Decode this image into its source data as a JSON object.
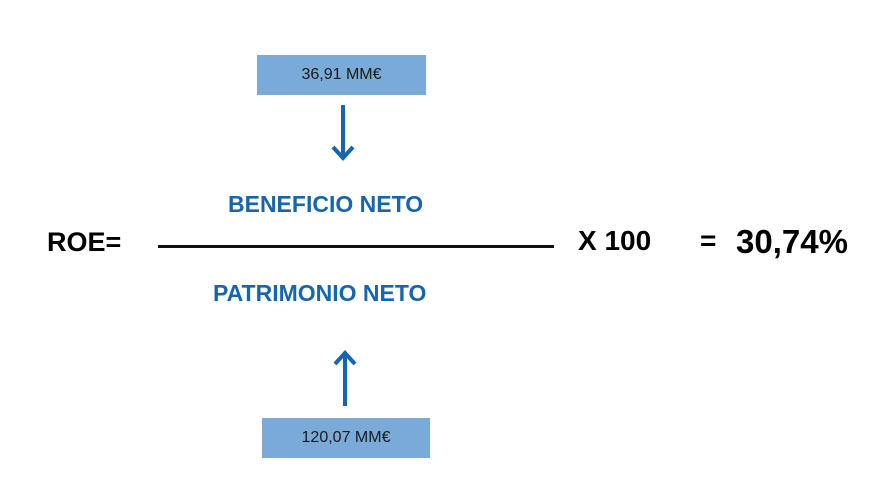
{
  "formula": {
    "label": "ROE=",
    "numerator": "BENEFICIO NETO",
    "denominator": "PATRIMONIO NETO",
    "multiplier": "X 100",
    "equals": "=",
    "result": "30,74%"
  },
  "values": {
    "numerator_value": "36,91 MM€",
    "denominator_value": "120,07 MM€"
  },
  "colors": {
    "accent_blue": "#1565b0",
    "box_blue": "#7aaad8"
  }
}
